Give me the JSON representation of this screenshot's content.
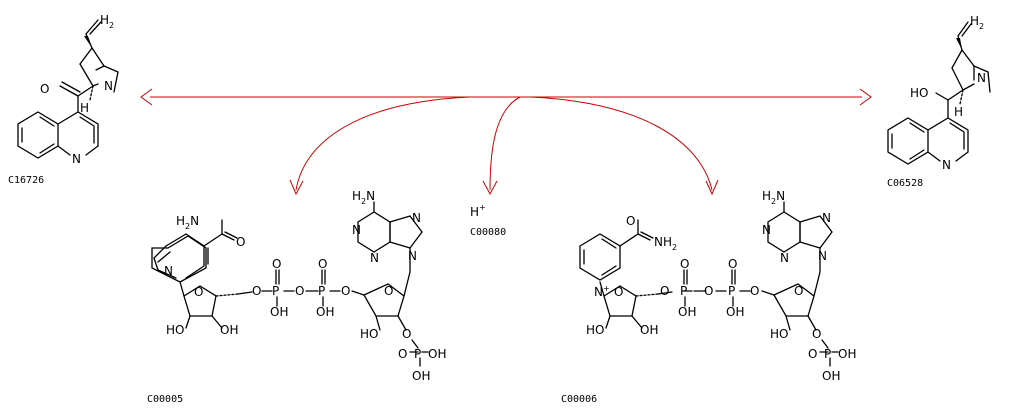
{
  "compounds": {
    "left_top": {
      "id": "C16726"
    },
    "right_top": {
      "id": "C06528"
    },
    "proton": {
      "id": "C00080",
      "label": "H",
      "charge": "+"
    },
    "nadh": {
      "id": "C00005"
    },
    "nadp": {
      "id": "C00006"
    }
  },
  "atoms": {
    "N": "N",
    "O": "O",
    "H": "H",
    "P": "P",
    "OH": "OH",
    "HO": "HO",
    "NH2": "NH",
    "two": "2",
    "H2C": "H",
    "plus": "+",
    "dbl": "O"
  },
  "colors": {
    "arrow": "#cc0000",
    "ink": "#000000"
  }
}
